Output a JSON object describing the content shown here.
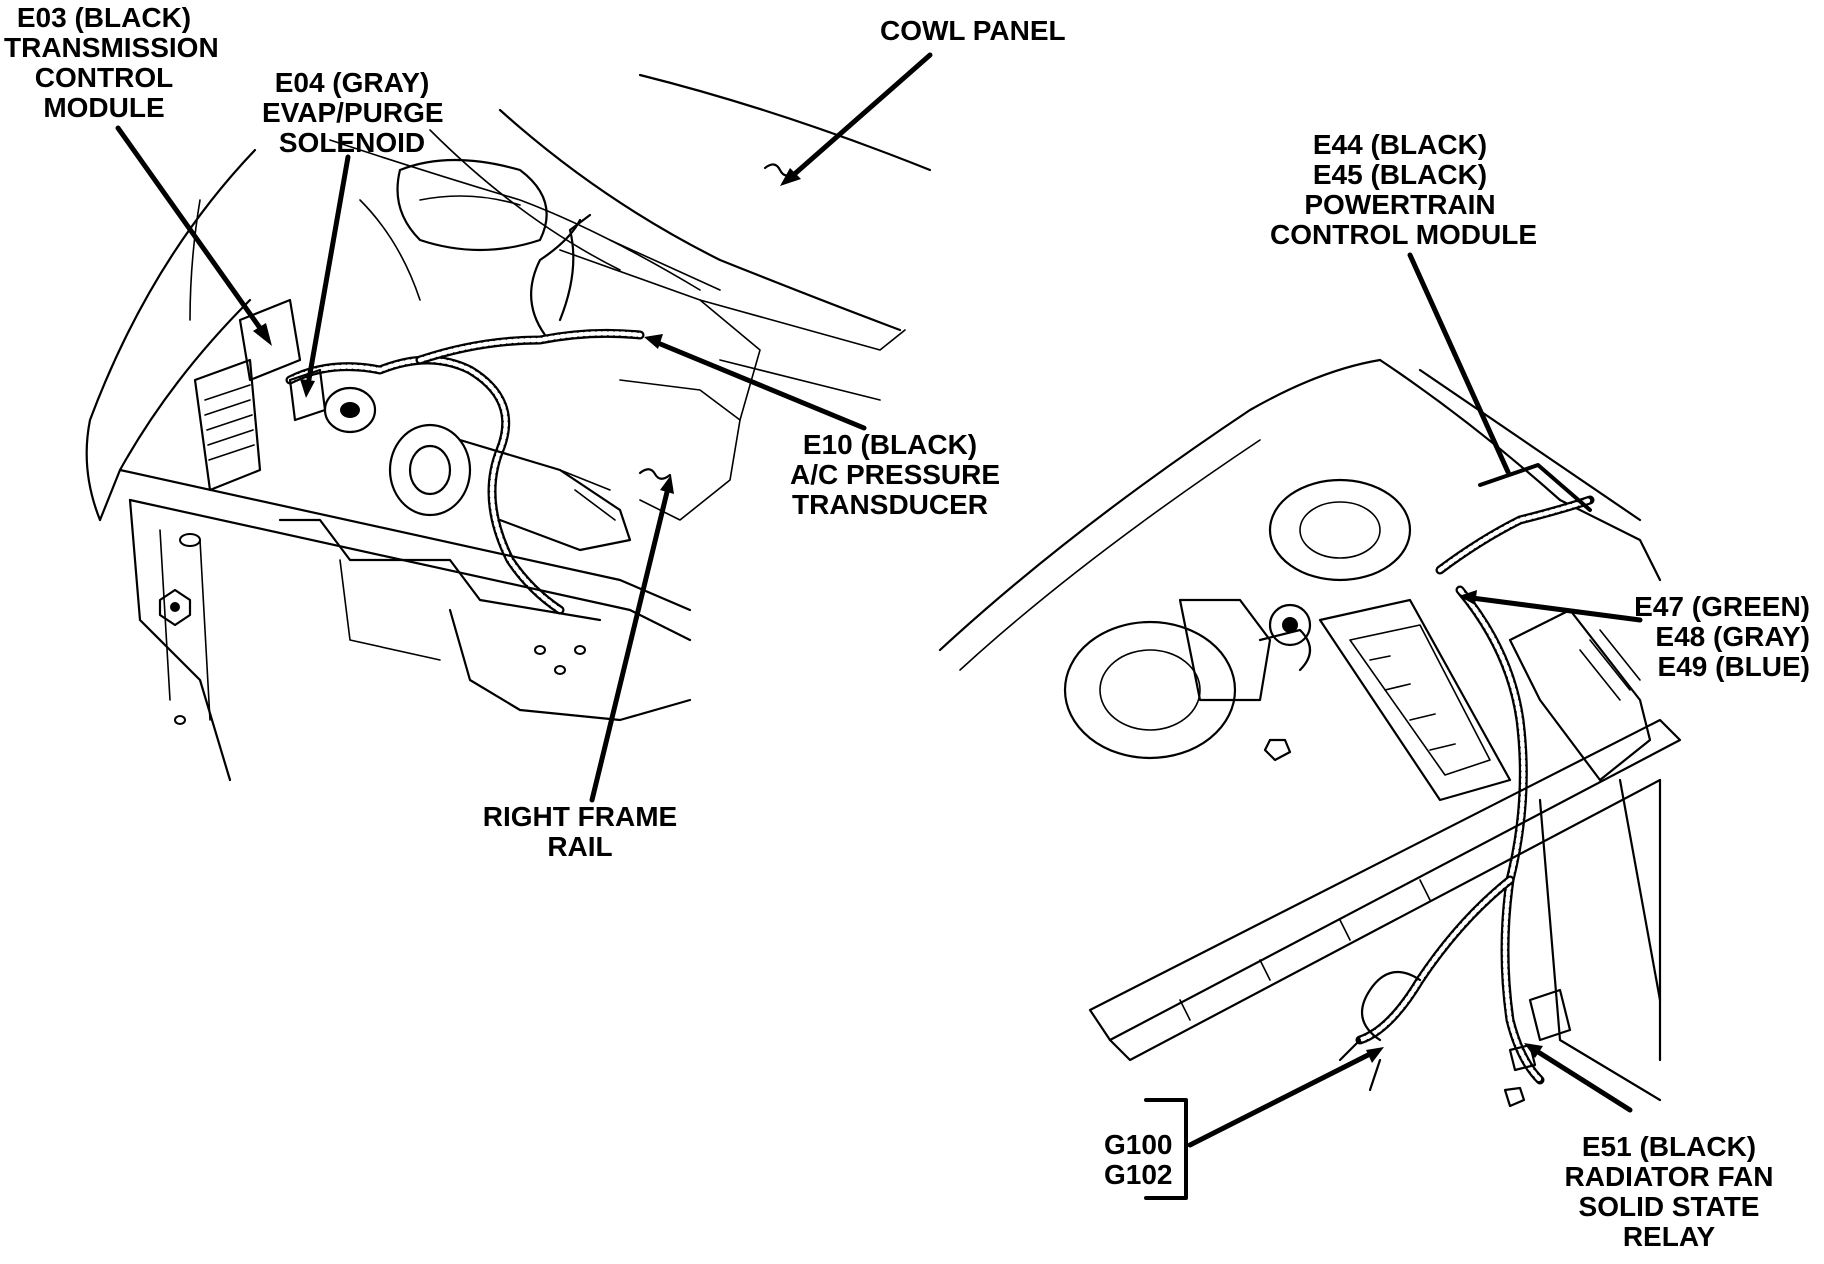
{
  "labels": {
    "e03": [
      "E03 (BLACK)",
      "TRANSMISSION",
      "CONTROL",
      "MODULE"
    ],
    "e04": [
      "E04 (GRAY)",
      "EVAP/PURGE",
      "SOLENOID"
    ],
    "cowl": [
      "COWL PANEL"
    ],
    "e10": [
      "E10 (BLACK)",
      "A/C PRESSURE",
      "TRANSDUCER"
    ],
    "frame": [
      "RIGHT FRAME",
      "RAIL"
    ],
    "pcm": [
      "E44 (BLACK)",
      "E45 (BLACK)",
      "POWERTRAIN",
      "CONTROL MODULE"
    ],
    "e47": [
      "E47 (GREEN)",
      "E48 (GRAY)",
      "E49 (BLUE)"
    ],
    "ground": [
      "G100",
      "G102"
    ],
    "e51": [
      "E51 (BLACK)",
      "RADIATOR FAN",
      "SOLID STATE",
      "RELAY"
    ]
  }
}
